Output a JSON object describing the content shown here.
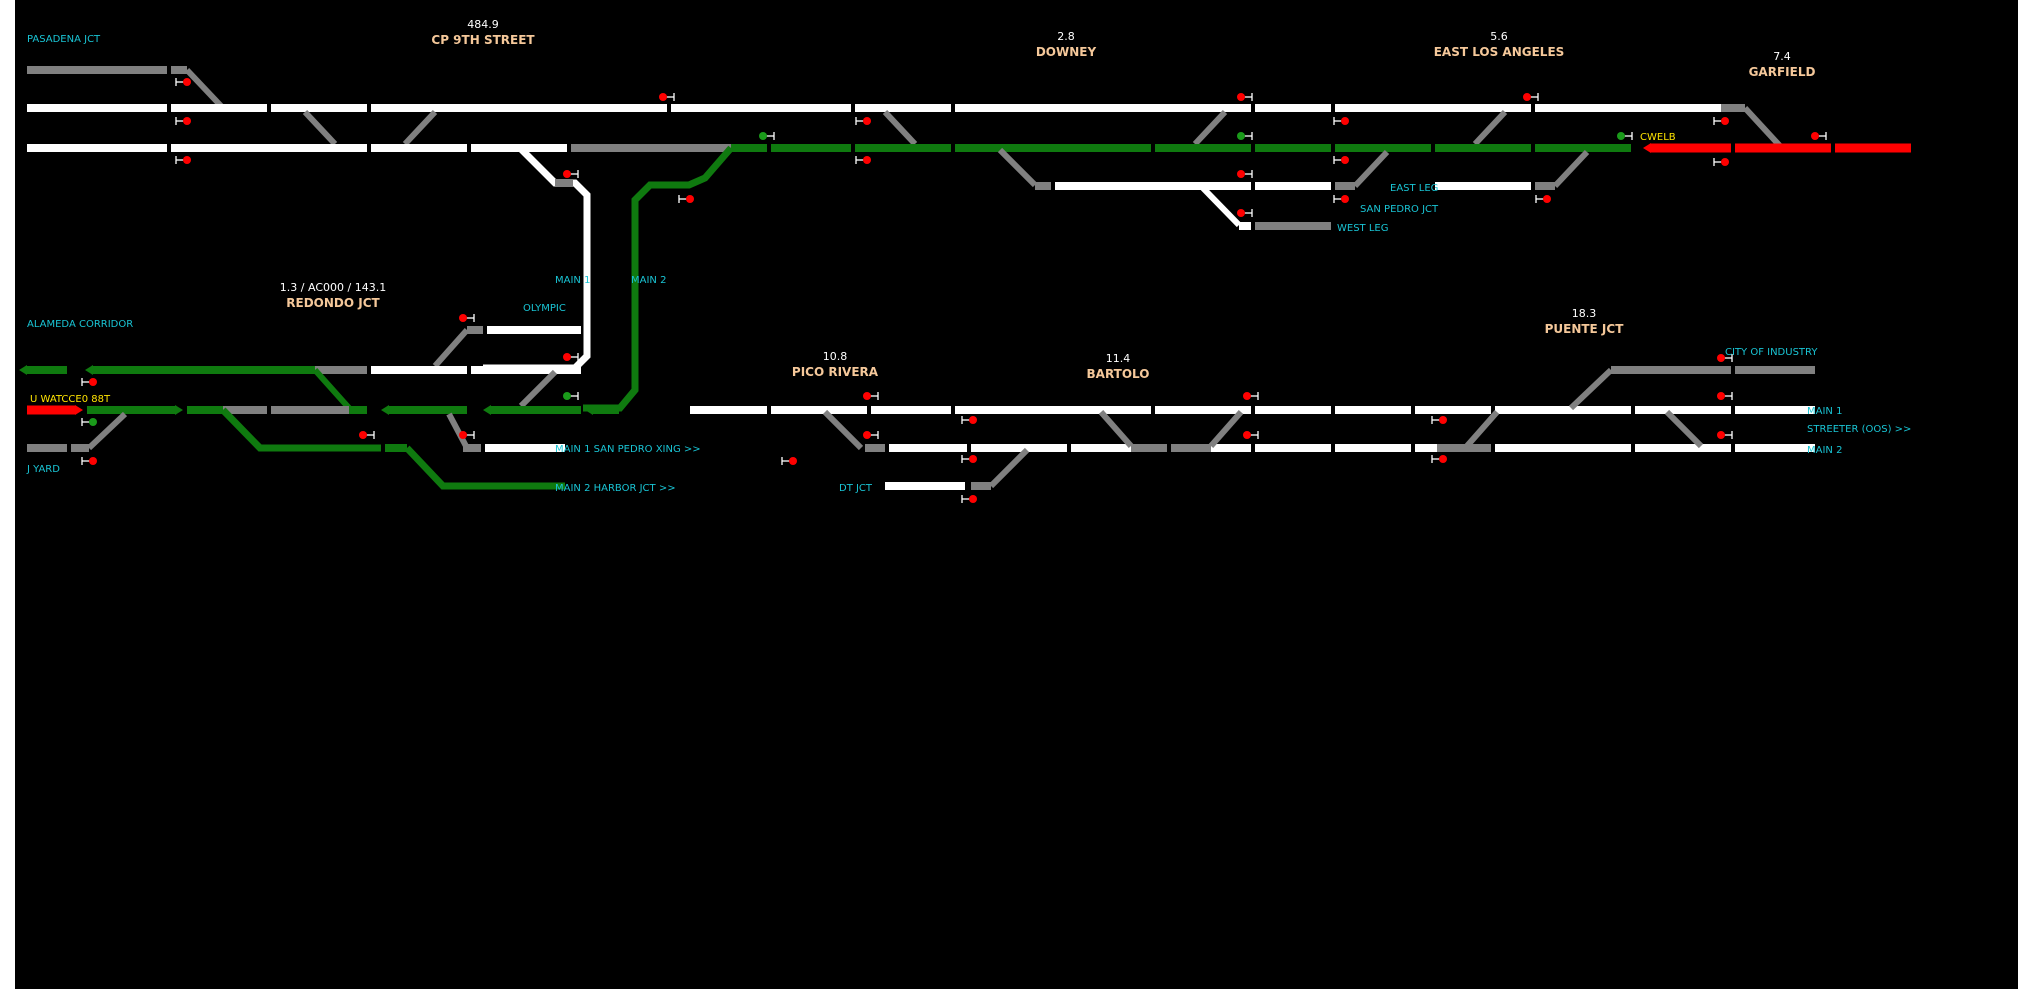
{
  "colors": {
    "background": "#000000",
    "track_idle": "#ffffff",
    "track_switch": "#808080",
    "track_routed": "#0f7a0f",
    "track_occupied": "#ff0000",
    "signal_stop": "#ff0000",
    "signal_clear": "#1a9a1a",
    "location_text": "#f5c89a",
    "label_text": "#19c4d4",
    "train_text": "#ffe400"
  },
  "stations": [
    {
      "id": "cp9th",
      "milepost": "484.9",
      "name": "CP 9TH STREET"
    },
    {
      "id": "downey",
      "milepost": "2.8",
      "name": "DOWNEY"
    },
    {
      "id": "ela",
      "milepost": "5.6",
      "name": "EAST LOS ANGELES"
    },
    {
      "id": "garfield",
      "milepost": "7.4",
      "name": "GARFIELD"
    },
    {
      "id": "redondo",
      "milepost": "1.3 / AC000 / 143.1",
      "name": "REDONDO JCT"
    },
    {
      "id": "pico",
      "milepost": "10.8",
      "name": "PICO RIVERA"
    },
    {
      "id": "bartolo",
      "milepost": "11.4",
      "name": "BARTOLO"
    },
    {
      "id": "puente",
      "milepost": "18.3",
      "name": "PUENTE JCT"
    }
  ],
  "labels": {
    "pasadena_jct": "PASADENA JCT",
    "alameda_corridor": "ALAMEDA CORRIDOR",
    "j_yard": "J YARD",
    "main1_vertical": "MAIN 1",
    "main2_vertical": "MAIN 2",
    "olympic": "OLYMPIC",
    "main1_san_pedro": "MAIN 1 SAN PEDRO XING >>",
    "main2_harbor": "MAIN 2 HARBOR JCT >>",
    "east_leg": "EAST LEG",
    "san_pedro_jct": "SAN PEDRO JCT",
    "west_leg": "WEST LEG",
    "dt_jct": "DT JCT",
    "city_of_industry": "CITY OF INDUSTRY",
    "main1_right": "MAIN 1",
    "streeter": "STREETER (OOS) >>",
    "main2_right": "MAIN 2"
  },
  "trains": [
    {
      "id": "cwelb",
      "symbol": "CWELB"
    },
    {
      "id": "watcc",
      "symbol": "U WATCCE0 88T"
    }
  ]
}
